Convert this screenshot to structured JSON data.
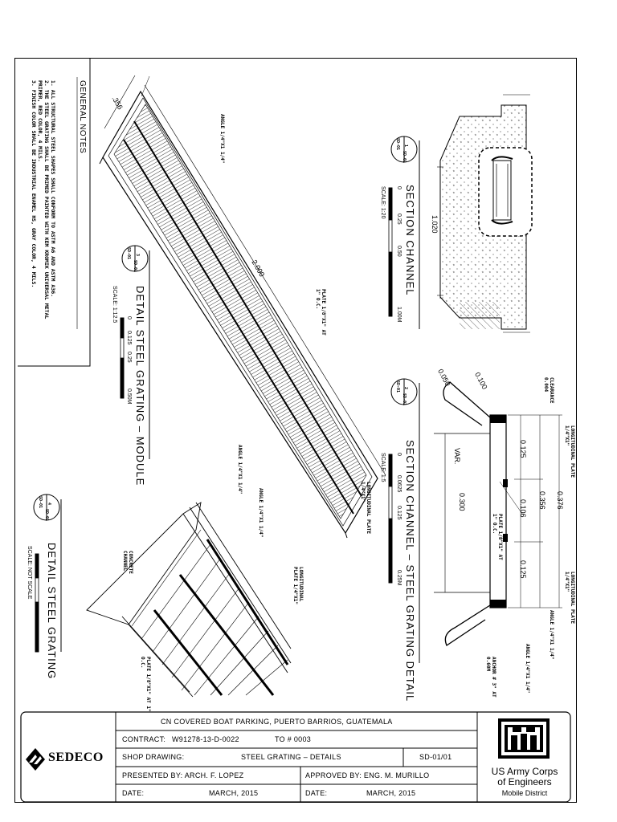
{
  "general_notes": {
    "heading": "GENERAL NOTES",
    "notes": [
      "1.   ALL STRUCTURAL STEEL SHAPES SHALL CONFORM TO ASTM A6 AND ASTM A36.",
      "2.   THE STEEL GRATING SHALL BE PRIMED PAINTED WITH KEM KROMIK UNIVERSAL METAL",
      "     PRIMER, RED COLOR, 4 MILS.",
      "3.   FINISH COLOR SHALL BE INDUSTRIAL ENAMEL HS, GRAY COLOR, 4 MILS."
    ]
  },
  "details": {
    "d1": {
      "num": "1",
      "sheet_a": "SD-01",
      "sheet_b": "SD-01",
      "title": "SECTION CHANNEL",
      "scale": "SCALE: 1:20",
      "ticks": [
        "0",
        "0.25",
        "0.50",
        "1.00M"
      ]
    },
    "d2": {
      "num": "2",
      "sheet_a": "SD-01",
      "sheet_b": "SD-01",
      "title": "SECTION CHANNEL – STEEL GRATING DETAIL",
      "scale": "SCALE: 1:5",
      "ticks": [
        "0",
        "0.0625",
        "0.125",
        "0.25M"
      ]
    },
    "d3": {
      "num": "3",
      "sheet_a": "SD-01",
      "sheet_b": "SD-01",
      "title": "DETAIL STEEL GRATING – MODULE",
      "scale": "SCALE: 1:12.5",
      "ticks": [
        "0",
        "0.125",
        "0.25",
        "0.50M"
      ]
    },
    "d4": {
      "num": "4",
      "sheet_a": "SD-01",
      "sheet_b": "SD-01",
      "title": "DETAIL STEEL GRATING",
      "scale": "SCALE: NOT SCALE"
    }
  },
  "labels": {
    "angle_top": "ANGLE 1/4\"X1 1/4\"",
    "dim_356": ".356",
    "dim_2000": "2.000",
    "plate_oc": "PLATE 1/8\"X1\" AT 1\" O.C.",
    "long_plate": "LONGITUDINAL PLATE 1/4\"X1\"",
    "dim_1020": "1.020",
    "dim_0050": "0.050",
    "dim_0100": "0.100",
    "clearance": "CLEARANCE 0.004",
    "long_plate_2": "LONGITUDINAL PLATE 1/4\"X1\"",
    "dim_0376": "0.376",
    "dim_0356": "0.356",
    "dim_0125a": "0.125",
    "dim_0106": "0.106",
    "dim_0125b": "0.125",
    "dim_0300": "0.300",
    "var": "VAR.",
    "plate_oc_2": "PLATE 1/8\"X1\" AT 1\" O.C.",
    "long_plate_3": "LONGITUDINAL PLATE 1/4\"X1\"",
    "angle_2": "ANGLE 1/4\"X1 1/4\"",
    "angle_3": "ANGLE 1/4\"X1 1/4\"",
    "anchor": "ANCHOR # 3\" AT 0.60M",
    "angle_4": "ANGLE 1/4\"X1 1/4\"",
    "angle_5": "ANGLE 1/4\"X1 1/4\"",
    "concrete": "CONCRETE CHANNEL",
    "long_plate_4": "LONGITUDINAL PLATE 1/4\"X1\"",
    "plate_oc_3": "PLATE 1/8\"X1\" AT 1\" O.C."
  },
  "title_block": {
    "project": "CN COVERED BOAT PARKING, PUERTO BARRIOS, GUATEMALA",
    "contract_label": "CONTRACT:",
    "contract_value": "W91278-13-D-0022",
    "to_label": "TO # 0003",
    "shop_label": "SHOP DRAWING:",
    "shop_value": "STEEL GRATING – DETAILS",
    "sheet_no": "SD-01/01",
    "presented": "PRESENTED BY: ARCH. F. LOPEZ",
    "approved": "APPROVED BY: ENG. M. MURILLO",
    "date_label": "DATE:",
    "date_value": "MARCH, 2015",
    "date_label_2": "DATE:",
    "date_value_2": "MARCH, 2015",
    "company": "SEDECO",
    "agency_1": "US Army Corps",
    "agency_2": "of Engineers",
    "district": "Mobile District"
  }
}
